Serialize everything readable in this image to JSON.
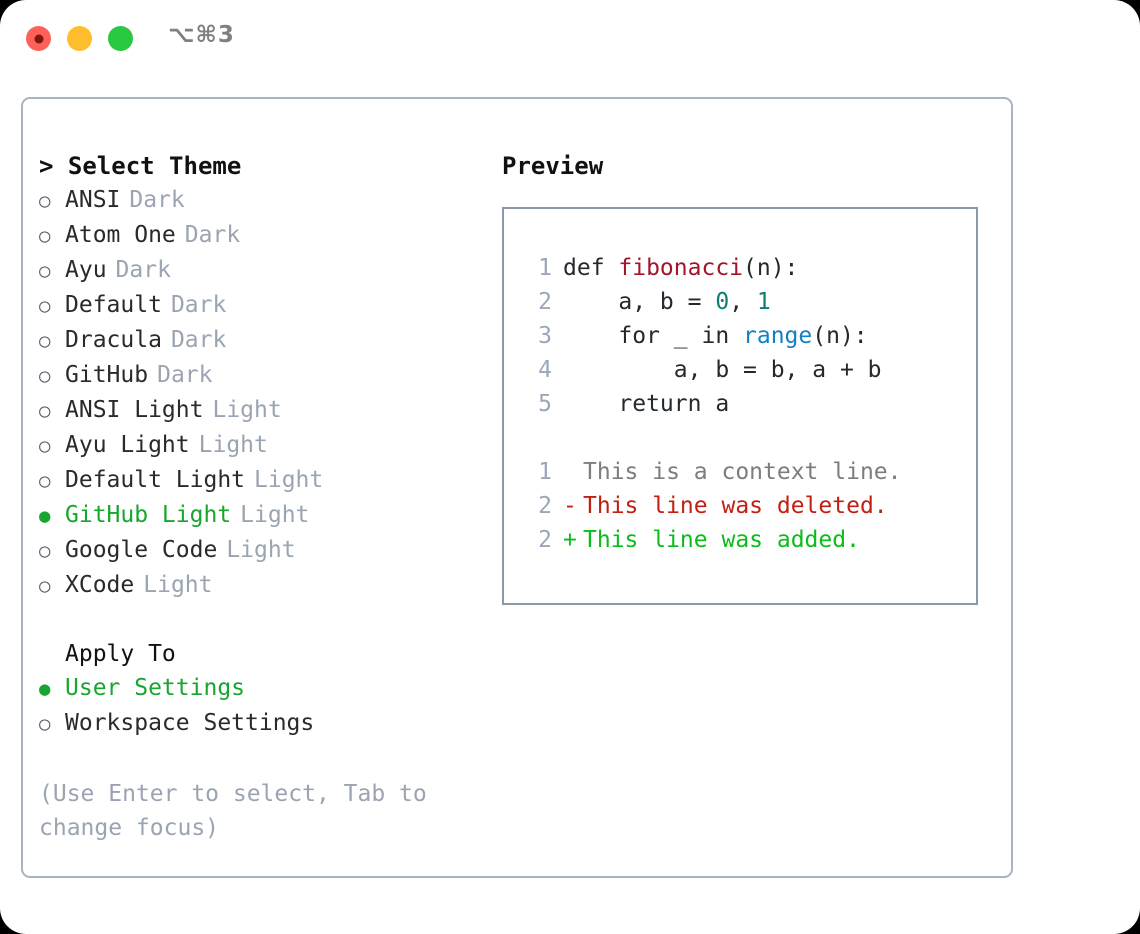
{
  "window": {
    "shortcut": "⌥⌘3",
    "traffic_lights": [
      {
        "name": "close",
        "color": "#ff6159"
      },
      {
        "name": "minimize",
        "color": "#ffbd2e"
      },
      {
        "name": "zoom",
        "color": "#28c840"
      }
    ]
  },
  "colors": {
    "accent_selected": "#17a62e",
    "muted": "#9aa4b2",
    "border": "#aab4c0",
    "preview_border": "#8c99ab",
    "diff_add": "#0bbd1b",
    "diff_del": "#c21f14",
    "diff_ctx": "#7d7d7d",
    "syntax_function": "#a3162a",
    "syntax_number": "#0a7f72",
    "syntax_call": "#1081c2",
    "lineno": "#9aa7b8"
  },
  "theme_section": {
    "caret": ">",
    "title": "Select Theme",
    "bullet_selected": "●",
    "bullet_unselected": "○",
    "items": [
      {
        "label": "ANSI",
        "tag": "Dark",
        "selected": false
      },
      {
        "label": "Atom One",
        "tag": "Dark",
        "selected": false
      },
      {
        "label": "Ayu",
        "tag": "Dark",
        "selected": false
      },
      {
        "label": "Default",
        "tag": "Dark",
        "selected": false
      },
      {
        "label": "Dracula",
        "tag": "Dark",
        "selected": false
      },
      {
        "label": "GitHub",
        "tag": "Dark",
        "selected": false
      },
      {
        "label": "ANSI Light",
        "tag": "Light",
        "selected": false
      },
      {
        "label": "Ayu Light",
        "tag": "Light",
        "selected": false
      },
      {
        "label": "Default Light",
        "tag": "Light",
        "selected": false
      },
      {
        "label": "GitHub Light",
        "tag": "Light",
        "selected": true
      },
      {
        "label": "Google Code",
        "tag": "Light",
        "selected": false
      },
      {
        "label": "XCode",
        "tag": "Light",
        "selected": false
      }
    ]
  },
  "apply_section": {
    "heading": "Apply To",
    "items": [
      {
        "label": "User Settings",
        "selected": true
      },
      {
        "label": "Workspace Settings",
        "selected": false
      }
    ]
  },
  "help": {
    "line1": "(Use Enter to select, Tab to",
    "line2": "change focus)"
  },
  "preview": {
    "title": "Preview",
    "code_lines": [
      {
        "lineno": "1",
        "parts": [
          {
            "text": "def ",
            "kind": "plain"
          },
          {
            "text": "fibonacci",
            "kind": "func"
          },
          {
            "text": "(n):",
            "kind": "plain"
          }
        ]
      },
      {
        "lineno": "2",
        "parts": [
          {
            "text": "    a, b = ",
            "kind": "plain"
          },
          {
            "text": "0",
            "kind": "num"
          },
          {
            "text": ", ",
            "kind": "plain"
          },
          {
            "text": "1",
            "kind": "num"
          }
        ]
      },
      {
        "lineno": "3",
        "parts": [
          {
            "text": "    for _ in ",
            "kind": "plain"
          },
          {
            "text": "range",
            "kind": "call"
          },
          {
            "text": "(n):",
            "kind": "plain"
          }
        ]
      },
      {
        "lineno": "4",
        "parts": [
          {
            "text": "        a, b = b, a + b",
            "kind": "plain"
          }
        ]
      },
      {
        "lineno": "5",
        "parts": [
          {
            "text": "    return a",
            "kind": "plain"
          }
        ]
      }
    ],
    "diff_lines": [
      {
        "lineno": "1",
        "mark": " ",
        "text": "This is a context line.",
        "kind": "ctx"
      },
      {
        "lineno": "2",
        "mark": "-",
        "text": "This line was deleted.",
        "kind": "del"
      },
      {
        "lineno": "2",
        "mark": "+",
        "text": "This line was added.",
        "kind": "add"
      }
    ]
  }
}
